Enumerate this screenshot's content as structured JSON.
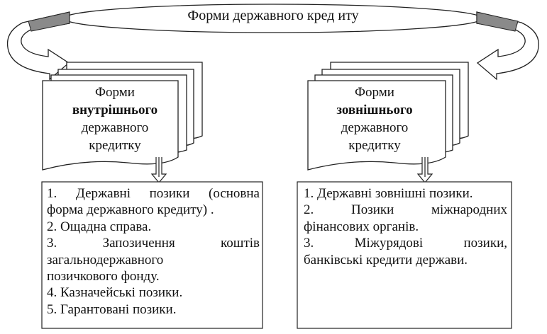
{
  "title": "Форми державного кред иту",
  "internal": {
    "line1": "Форми",
    "line2": "внутрішнього",
    "line3": "державного",
    "line4": "кредитку"
  },
  "external": {
    "line1": "Форми",
    "line2": "зовнішнього",
    "line3": "державного",
    "line4": "кредитку"
  },
  "internal_items": [
    "1. Державні позики (основна",
    "форма державного кредиту) .",
    "2. Ощадна справа.",
    "3. Запозичення коштів",
    "загальнодержавного",
    "позичкового фонду.",
    "4. Казначейські позики.",
    "5. Гарантовані позики."
  ],
  "external_items": [
    "1. Державні зовнішні позики.",
    "2. Позики міжнародних",
    "фінансових органів.",
    "3. Міжурядові позики,",
    "банківські кредити держави."
  ]
}
